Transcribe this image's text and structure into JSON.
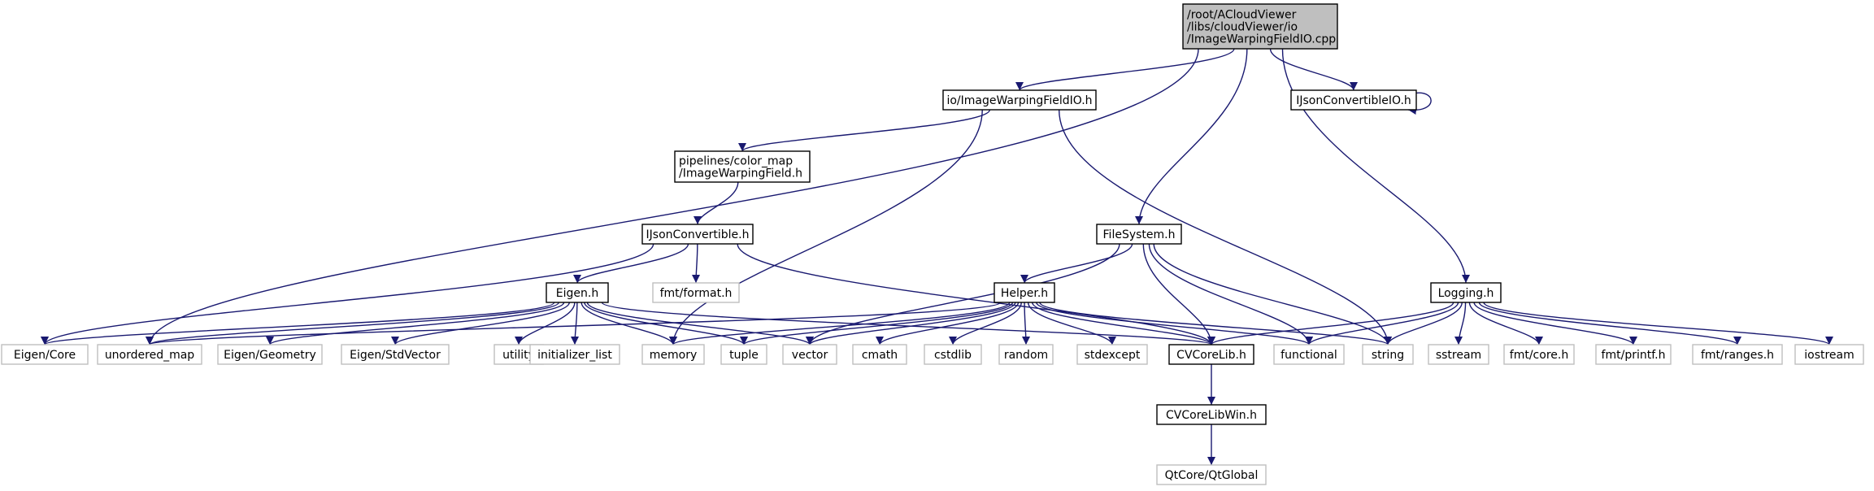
{
  "colors": {
    "edge": "#191970",
    "focus_fill": "#bfbfbf",
    "documented_border": "#000000",
    "external_border": "#bfbfbf"
  },
  "nodes": {
    "root": {
      "lines": [
        "/root/ACloudViewer",
        "/libs/cloudViewer/io",
        "/ImageWarpingFieldIO.cpp"
      ],
      "kind": "focus"
    },
    "iwfio": {
      "lines": [
        "io/ImageWarpingFieldIO.h"
      ],
      "kind": "doc"
    },
    "ijcio": {
      "lines": [
        "IJsonConvertibleIO.h"
      ],
      "kind": "doc"
    },
    "pipe": {
      "lines": [
        "pipelines/color_map",
        "/ImageWarpingField.h"
      ],
      "kind": "doc"
    },
    "ijc": {
      "lines": [
        "IJsonConvertible.h"
      ],
      "kind": "doc"
    },
    "fmtformat": {
      "lines": [
        "fmt/format.h"
      ],
      "kind": "ext"
    },
    "fs": {
      "lines": [
        "FileSystem.h"
      ],
      "kind": "doc"
    },
    "logging": {
      "lines": [
        "Logging.h"
      ],
      "kind": "doc"
    },
    "eigen": {
      "lines": [
        "Eigen.h"
      ],
      "kind": "doc"
    },
    "helper": {
      "lines": [
        "Helper.h"
      ],
      "kind": "doc"
    },
    "eigencore": {
      "lines": [
        "Eigen/Core"
      ],
      "kind": "ext"
    },
    "umap": {
      "lines": [
        "unordered_map"
      ],
      "kind": "ext"
    },
    "egeom": {
      "lines": [
        "Eigen/Geometry"
      ],
      "kind": "ext"
    },
    "estdvec": {
      "lines": [
        "Eigen/StdVector"
      ],
      "kind": "ext"
    },
    "utility": {
      "lines": [
        "utility"
      ],
      "kind": "ext"
    },
    "initlist": {
      "lines": [
        "initializer_list"
      ],
      "kind": "ext"
    },
    "memory": {
      "lines": [
        "memory"
      ],
      "kind": "ext"
    },
    "tuple": {
      "lines": [
        "tuple"
      ],
      "kind": "ext"
    },
    "vector": {
      "lines": [
        "vector"
      ],
      "kind": "ext"
    },
    "cmath": {
      "lines": [
        "cmath"
      ],
      "kind": "ext"
    },
    "cstdlib": {
      "lines": [
        "cstdlib"
      ],
      "kind": "ext"
    },
    "random": {
      "lines": [
        "random"
      ],
      "kind": "ext"
    },
    "stdexcept": {
      "lines": [
        "stdexcept"
      ],
      "kind": "ext"
    },
    "cvcore": {
      "lines": [
        "CVCoreLib.h"
      ],
      "kind": "doc"
    },
    "functional": {
      "lines": [
        "functional"
      ],
      "kind": "ext"
    },
    "string": {
      "lines": [
        "string"
      ],
      "kind": "ext"
    },
    "sstream": {
      "lines": [
        "sstream"
      ],
      "kind": "ext"
    },
    "fmtcore": {
      "lines": [
        "fmt/core.h"
      ],
      "kind": "ext"
    },
    "fmtprintf": {
      "lines": [
        "fmt/printf.h"
      ],
      "kind": "ext"
    },
    "fmtranges": {
      "lines": [
        "fmt/ranges.h"
      ],
      "kind": "ext"
    },
    "iostream": {
      "lines": [
        "iostream"
      ],
      "kind": "ext"
    },
    "cvcorewin": {
      "lines": [
        "CVCoreLibWin.h"
      ],
      "kind": "doc"
    },
    "qtglobal": {
      "lines": [
        "QtCore/QtGlobal"
      ],
      "kind": "ext"
    }
  },
  "edges": [
    [
      "root",
      "iwfio"
    ],
    [
      "root",
      "ijcio"
    ],
    [
      "root",
      "fs"
    ],
    [
      "root",
      "logging"
    ],
    [
      "root",
      "umap"
    ],
    [
      "ijcio",
      "ijcio"
    ],
    [
      "iwfio",
      "pipe"
    ],
    [
      "iwfio",
      "memory"
    ],
    [
      "iwfio",
      "string"
    ],
    [
      "pipe",
      "ijc"
    ],
    [
      "ijc",
      "eigen"
    ],
    [
      "ijc",
      "fmtformat"
    ],
    [
      "ijc",
      "cvcore"
    ],
    [
      "ijc",
      "eigencore"
    ],
    [
      "fs",
      "helper"
    ],
    [
      "fs",
      "cvcore"
    ],
    [
      "fs",
      "functional"
    ],
    [
      "fs",
      "string"
    ],
    [
      "fs",
      "vector"
    ],
    [
      "eigen",
      "eigencore"
    ],
    [
      "eigen",
      "umap"
    ],
    [
      "eigen",
      "egeom"
    ],
    [
      "eigen",
      "estdvec"
    ],
    [
      "eigen",
      "utility"
    ],
    [
      "eigen",
      "initlist"
    ],
    [
      "eigen",
      "memory"
    ],
    [
      "eigen",
      "tuple"
    ],
    [
      "eigen",
      "vector"
    ],
    [
      "eigen",
      "cvcore"
    ],
    [
      "helper",
      "memory"
    ],
    [
      "helper",
      "tuple"
    ],
    [
      "helper",
      "vector"
    ],
    [
      "helper",
      "cmath"
    ],
    [
      "helper",
      "cstdlib"
    ],
    [
      "helper",
      "random"
    ],
    [
      "helper",
      "stdexcept"
    ],
    [
      "helper",
      "cvcore"
    ],
    [
      "helper",
      "functional"
    ],
    [
      "helper",
      "string"
    ],
    [
      "helper",
      "umap"
    ],
    [
      "logging",
      "cvcore"
    ],
    [
      "logging",
      "functional"
    ],
    [
      "logging",
      "string"
    ],
    [
      "logging",
      "sstream"
    ],
    [
      "logging",
      "fmtcore"
    ],
    [
      "logging",
      "fmtprintf"
    ],
    [
      "logging",
      "fmtranges"
    ],
    [
      "logging",
      "iostream"
    ],
    [
      "cvcore",
      "cvcorewin"
    ],
    [
      "cvcorewin",
      "qtglobal"
    ]
  ]
}
